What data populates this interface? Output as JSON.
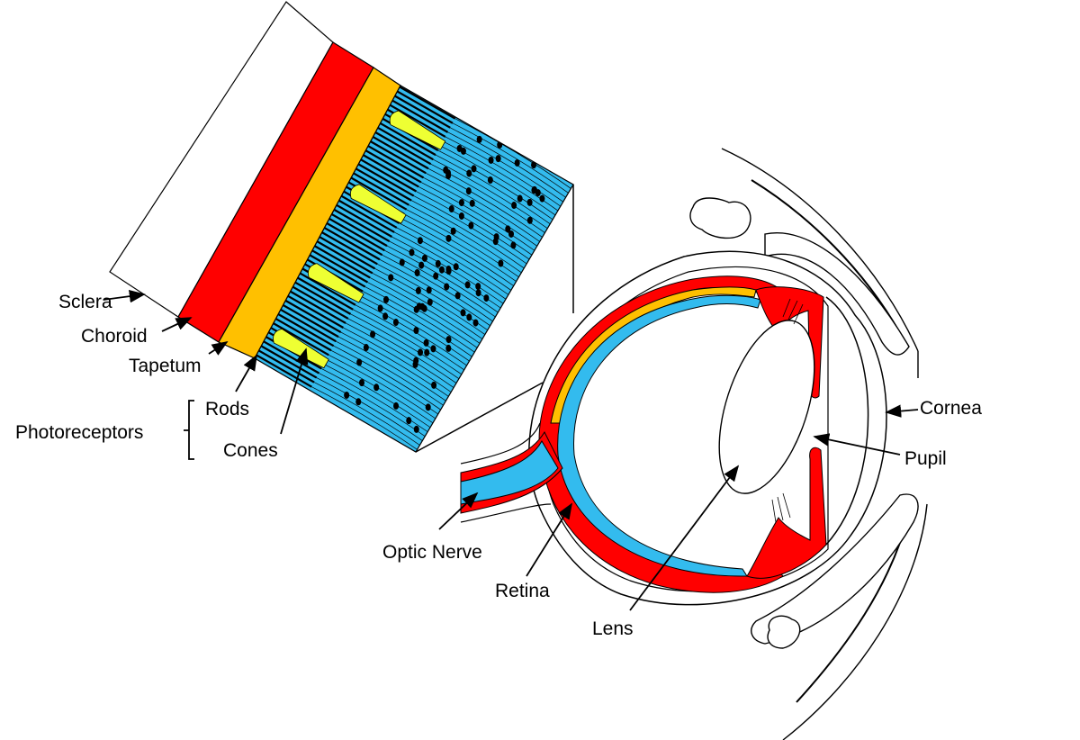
{
  "labels": {
    "sclera": "Sclera",
    "choroid": "Choroid",
    "tapetum": "Tapetum",
    "rods": "Rods",
    "cones": "Cones",
    "photoreceptors": "Photoreceptors",
    "optic_nerve": "Optic Nerve",
    "retina": "Retina",
    "lens": "Lens",
    "cornea": "Cornea",
    "pupil": "Pupil"
  },
  "colors": {
    "choroid": "#ff0000",
    "tapetum": "#ffc000",
    "retina": "#33bbee",
    "cone": "#eeff33",
    "sclera": "#ffffff"
  }
}
